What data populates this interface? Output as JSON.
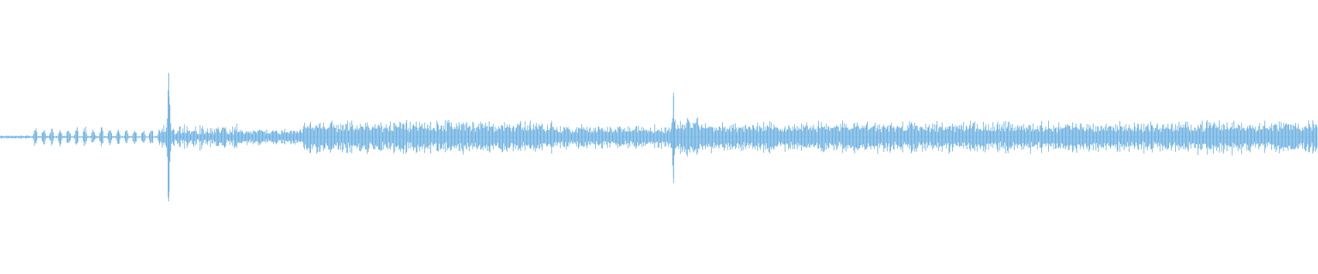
{
  "waveform": {
    "color": "#5aa7de",
    "background": "#ffffff",
    "segments": [
      {
        "start": 0.0,
        "end": 0.022,
        "level": 0.01,
        "style": "faint"
      },
      {
        "start": 0.022,
        "end": 0.09,
        "level": 0.045,
        "style": "pulsed"
      },
      {
        "start": 0.09,
        "end": 0.122,
        "level": 0.04,
        "style": "pulsed"
      },
      {
        "start": 0.122,
        "end": 0.18,
        "level": 0.07,
        "style": "noisy"
      },
      {
        "start": 0.18,
        "end": 0.23,
        "level": 0.05,
        "style": "dense"
      },
      {
        "start": 0.23,
        "end": 0.42,
        "level": 0.1,
        "style": "dense"
      },
      {
        "start": 0.42,
        "end": 0.509,
        "level": 0.075,
        "style": "dense"
      },
      {
        "start": 0.509,
        "end": 0.53,
        "level": 0.12,
        "style": "dense"
      },
      {
        "start": 0.53,
        "end": 0.9,
        "level": 0.095,
        "style": "dense"
      },
      {
        "start": 0.9,
        "end": 1.0,
        "level": 0.105,
        "style": "dense"
      }
    ],
    "spikes": [
      {
        "time": 0.128,
        "peak": 0.69
      },
      {
        "time": 0.511,
        "peak": 0.44
      }
    ]
  }
}
